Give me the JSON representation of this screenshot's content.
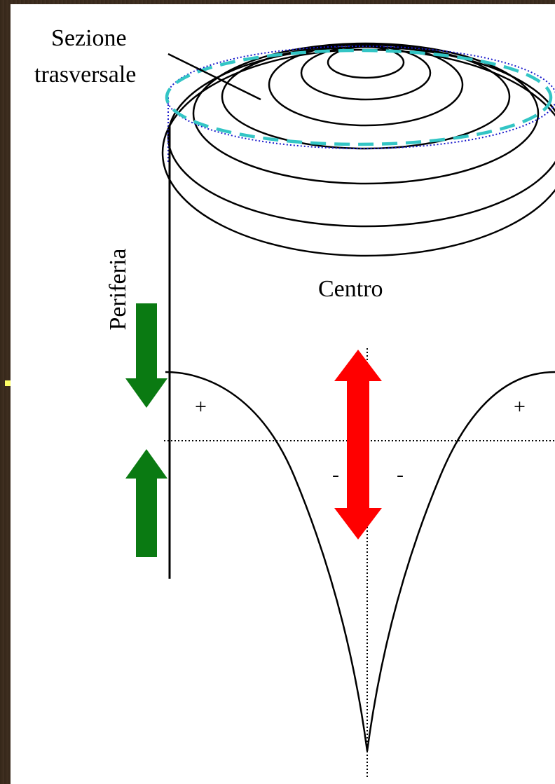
{
  "labels": {
    "cross_section_line1": "Sezione",
    "cross_section_line2": "trasversale",
    "periphery": "Periferia",
    "center": "Centro",
    "plus_left": "+",
    "plus_right": "+",
    "minus_left": "-",
    "minus_right": "-"
  },
  "colors": {
    "background": "#3b2b1d",
    "panel": "#ffffff",
    "line": "#000000",
    "dashed_ellipse": "#33c5c5",
    "dotted_outline": "#1a1acc",
    "arrow_green": "#0a7a12",
    "arrow_red": "#ff0000",
    "bullet": "#ffff66"
  },
  "icons": {
    "periphery_arrows": "double-arrow-converging",
    "center_arrow": "double-arrow-vertical"
  }
}
